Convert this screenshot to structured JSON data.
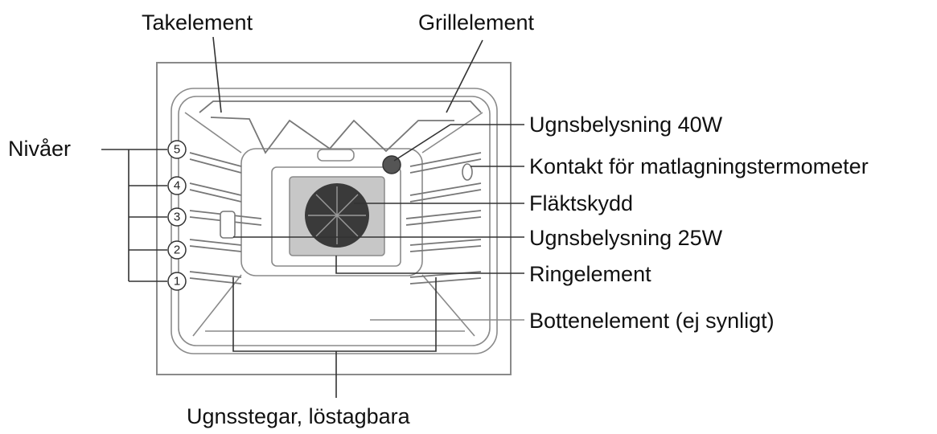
{
  "labels": {
    "roof_element": "Takelement",
    "grill_element": "Grillelement",
    "levels": "Nivåer",
    "oven_light_40w": "Ugnsbelysning 40W",
    "meat_probe_socket": "Kontakt för matlagningstermometer",
    "fan_cover": "Fläktskydd",
    "oven_light_25w": "Ugnsbelysning 25W",
    "ring_element": "Ringelement",
    "bottom_element": "Bottenelement (ej synligt)",
    "oven_racks": "Ugnsstegar, löstagbara"
  },
  "levels": [
    "5",
    "4",
    "3",
    "2",
    "1"
  ],
  "colors": {
    "text": "#111111",
    "line": "#333333",
    "outline": "#8a8a8a",
    "fan_cover_fill": "#c7c7c7",
    "fan_fill": "#3a3a3a"
  }
}
